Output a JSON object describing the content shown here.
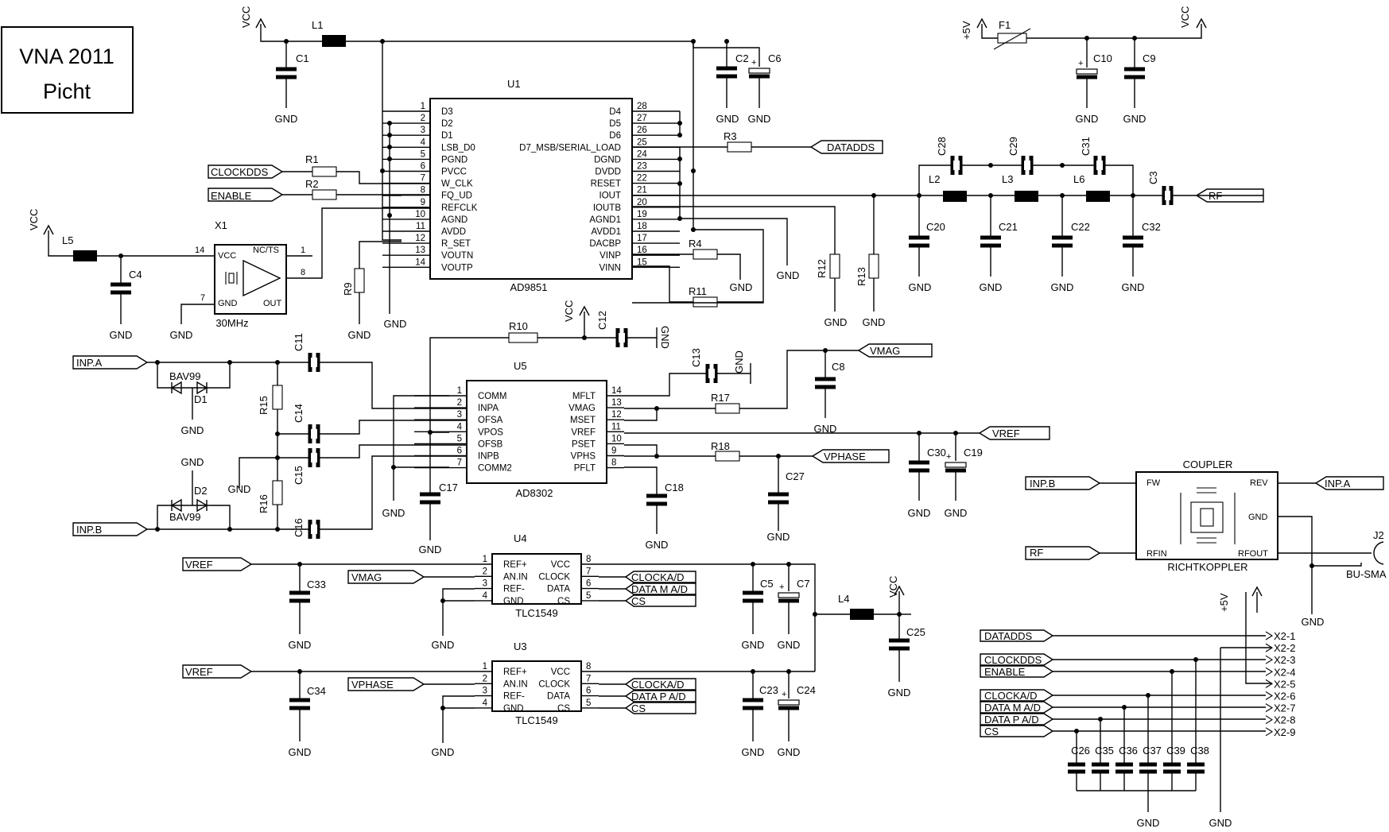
{
  "title_block": {
    "line1": "VNA 2011",
    "line2": "Picht"
  },
  "nets": {
    "vcc": "VCC",
    "gnd": "GND",
    "p5v": "+5V"
  },
  "ic_dds": {
    "ref": "U1",
    "part": "AD9851",
    "left_pins": [
      {
        "num": "1",
        "name": "D3"
      },
      {
        "num": "2",
        "name": "D2"
      },
      {
        "num": "3",
        "name": "D1"
      },
      {
        "num": "4",
        "name": "LSB_D0"
      },
      {
        "num": "5",
        "name": "PGND"
      },
      {
        "num": "6",
        "name": "PVCC"
      },
      {
        "num": "7",
        "name": "W_CLK"
      },
      {
        "num": "8",
        "name": "FQ_UD"
      },
      {
        "num": "9",
        "name": "REFCLK"
      },
      {
        "num": "10",
        "name": "AGND"
      },
      {
        "num": "11",
        "name": "AVDD"
      },
      {
        "num": "12",
        "name": "R_SET"
      },
      {
        "num": "13",
        "name": "VOUTN"
      },
      {
        "num": "14",
        "name": "VOUTP"
      }
    ],
    "right_pins": [
      {
        "num": "28",
        "name": "D4"
      },
      {
        "num": "27",
        "name": "D5"
      },
      {
        "num": "26",
        "name": "D6"
      },
      {
        "num": "25",
        "name": "D7_MSB/SERIAL_LOAD"
      },
      {
        "num": "24",
        "name": "DGND"
      },
      {
        "num": "23",
        "name": "DVDD"
      },
      {
        "num": "22",
        "name": "RESET"
      },
      {
        "num": "21",
        "name": "IOUT"
      },
      {
        "num": "20",
        "name": "IOUTB"
      },
      {
        "num": "19",
        "name": "AGND1"
      },
      {
        "num": "18",
        "name": "AVDD1"
      },
      {
        "num": "17",
        "name": "DACBP"
      },
      {
        "num": "16",
        "name": "VINP"
      },
      {
        "num": "15",
        "name": "VINN"
      }
    ]
  },
  "ic_detector": {
    "ref": "U5",
    "part": "AD8302",
    "left_pins": [
      {
        "num": "1",
        "name": "COMM"
      },
      {
        "num": "2",
        "name": "INPA"
      },
      {
        "num": "3",
        "name": "OFSA"
      },
      {
        "num": "4",
        "name": "VPOS"
      },
      {
        "num": "5",
        "name": "OFSB"
      },
      {
        "num": "6",
        "name": "INPB"
      },
      {
        "num": "7",
        "name": "COMM2"
      }
    ],
    "right_pins": [
      {
        "num": "14",
        "name": "MFLT"
      },
      {
        "num": "13",
        "name": "VMAG"
      },
      {
        "num": "12",
        "name": "MSET"
      },
      {
        "num": "11",
        "name": "VREF"
      },
      {
        "num": "10",
        "name": "PSET"
      },
      {
        "num": "9",
        "name": "VPHS"
      },
      {
        "num": "8",
        "name": "PFLT"
      }
    ]
  },
  "ic_adc_mag": {
    "ref": "U4",
    "part": "TLC1549",
    "left_pins": [
      {
        "num": "1",
        "name": "REF+"
      },
      {
        "num": "2",
        "name": "AN.IN"
      },
      {
        "num": "3",
        "name": "REF-"
      },
      {
        "num": "4",
        "name": "GND"
      }
    ],
    "right_pins": [
      {
        "num": "8",
        "name": "VCC"
      },
      {
        "num": "7",
        "name": "CLOCK"
      },
      {
        "num": "6",
        "name": "DATA"
      },
      {
        "num": "5",
        "name": "CS"
      }
    ]
  },
  "ic_adc_phase": {
    "ref": "U3",
    "part": "TLC1549",
    "left_pins": [
      {
        "num": "1",
        "name": "REF+"
      },
      {
        "num": "2",
        "name": "AN.IN"
      },
      {
        "num": "3",
        "name": "REF-"
      },
      {
        "num": "4",
        "name": "GND"
      }
    ],
    "right_pins": [
      {
        "num": "8",
        "name": "VCC"
      },
      {
        "num": "7",
        "name": "CLOCK"
      },
      {
        "num": "6",
        "name": "DATA"
      },
      {
        "num": "5",
        "name": "CS"
      }
    ]
  },
  "oscillator": {
    "ref": "X1",
    "freq": "30MHz",
    "pin_vcc": "VCC",
    "pin_gnd": "GND",
    "pin_out": "OUT",
    "pin_nc": "NC/TS",
    "pin14": "14",
    "pin7": "7",
    "pin8": "8",
    "pin1": "1"
  },
  "coupler": {
    "title": "COUPLER",
    "subtitle": "RICHTKOPPLER",
    "fw": "FW",
    "rev": "REV",
    "gnd": "GND",
    "rfin": "RFIN",
    "rfout": "RFOUT"
  },
  "connector_j2": {
    "ref": "J2",
    "type": "BU-SMA"
  },
  "diodes": {
    "d1": "D1",
    "d2": "D2",
    "part": "BAV99"
  },
  "net_labels": {
    "clockdds": "CLOCKDDS",
    "enable": "ENABLE",
    "datadds": "DATADDS",
    "rf": "RF",
    "inpa": "INP.A",
    "inpb": "INP.B",
    "vmag": "VMAG",
    "vref": "VREF",
    "vphase": "VPHASE",
    "clockad": "CLOCKA/D",
    "datam": "DATA M A/D",
    "datap": "DATA P A/D",
    "cs": "CS"
  },
  "header_x2": [
    "X2-1",
    "X2-2",
    "X2-3",
    "X2-4",
    "X2-5",
    "X2-6",
    "X2-7",
    "X2-8",
    "X2-9"
  ],
  "header_nets": [
    "DATADDS",
    "CLOCKDDS",
    "ENABLE",
    "CLOCKA/D",
    "DATA M A/D",
    "DATA P A/D",
    "CS"
  ],
  "components": {
    "L1": "L1",
    "L2": "L2",
    "L3": "L3",
    "L4": "L4",
    "L5": "L5",
    "L6": "L6",
    "F1": "F1",
    "R1": "R1",
    "R2": "R2",
    "R3": "R3",
    "R4": "R4",
    "R9": "R9",
    "R10": "R10",
    "R11": "R11",
    "R12": "R12",
    "R13": "R13",
    "R15": "R15",
    "R16": "R16",
    "R17": "R17",
    "R18": "R18",
    "C1": "C1",
    "C2": "C2",
    "C3": "C3",
    "C4": "C4",
    "C5": "C5",
    "C6": "C6",
    "C7": "C7",
    "C8": "C8",
    "C9": "C9",
    "C10": "C10",
    "C11": "C11",
    "C12": "C12",
    "C13": "C13",
    "C14": "C14",
    "C15": "C15",
    "C16": "C16",
    "C17": "C17",
    "C18": "C18",
    "C19": "C19",
    "C20": "C20",
    "C21": "C21",
    "C22": "C22",
    "C23": "C23",
    "C24": "C24",
    "C25": "C25",
    "C26": "C26",
    "C27": "C27",
    "C28": "C28",
    "C29": "C29",
    "C30": "C30",
    "C31": "C31",
    "C32": "C32",
    "C33": "C33",
    "C34": "C34",
    "C35": "C35",
    "C36": "C36",
    "C37": "C37",
    "C38": "C38",
    "C39": "C39"
  }
}
